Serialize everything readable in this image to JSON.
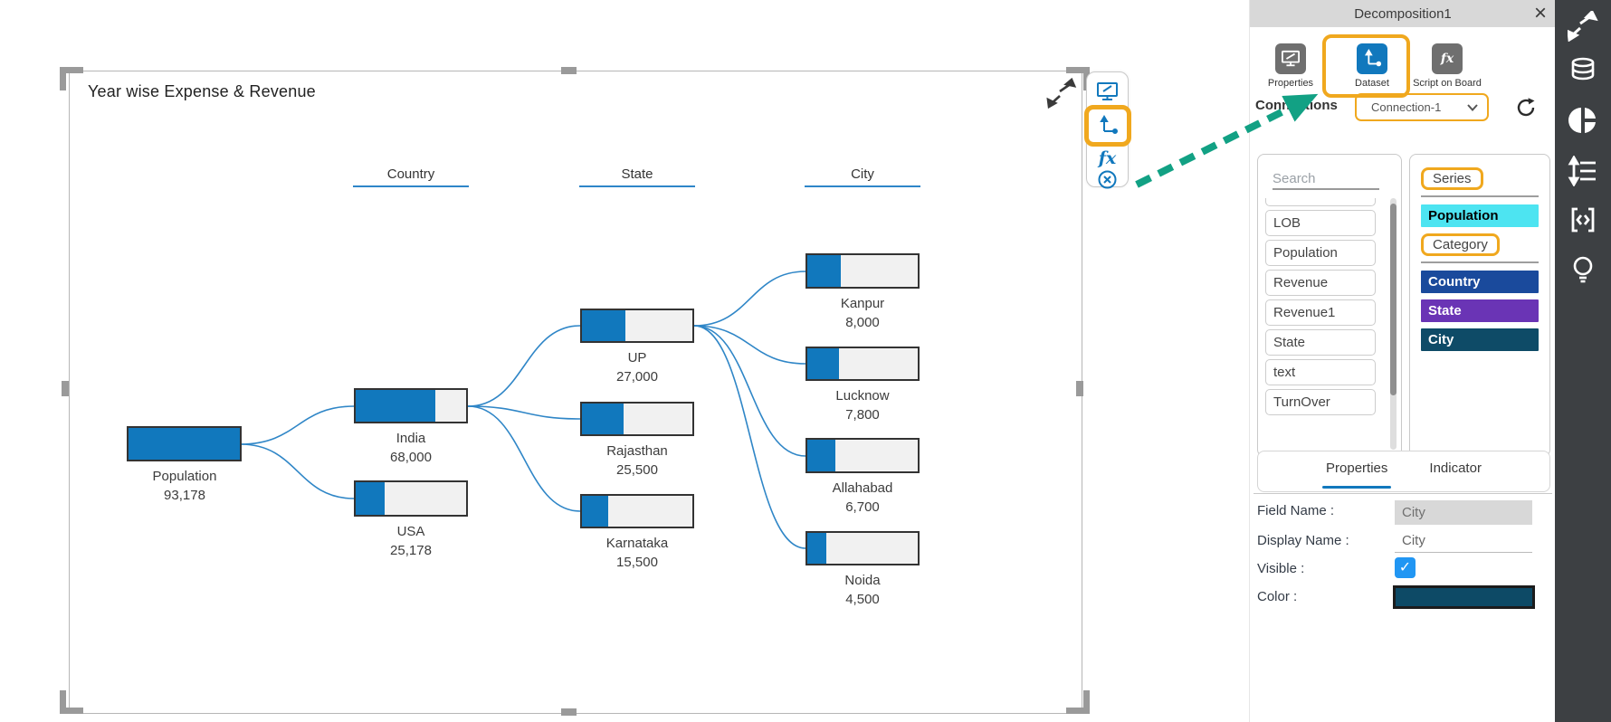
{
  "chart": {
    "type": "decomposition-tree",
    "title": "Year wise Expense & Revenue",
    "columns": [
      "Country",
      "State",
      "City"
    ],
    "node_fill_color": "#1178bd",
    "connector_color": "#2f86c7",
    "nodes": [
      {
        "label": "Population",
        "value": "93,178",
        "fill_pct": 100,
        "level": "root",
        "parent": null
      },
      {
        "label": "India",
        "value": "68,000",
        "fill_pct": 72,
        "level": "Country",
        "parent": "Population"
      },
      {
        "label": "USA",
        "value": "25,178",
        "fill_pct": 26,
        "level": "Country",
        "parent": "Population"
      },
      {
        "label": "UP",
        "value": "27,000",
        "fill_pct": 39,
        "level": "State",
        "parent": "India"
      },
      {
        "label": "Rajasthan",
        "value": "25,500",
        "fill_pct": 38,
        "level": "State",
        "parent": "India"
      },
      {
        "label": "Karnataka",
        "value": "15,500",
        "fill_pct": 24,
        "level": "State",
        "parent": "India"
      },
      {
        "label": "Kanpur",
        "value": "8,000",
        "fill_pct": 30,
        "level": "City",
        "parent": "UP"
      },
      {
        "label": "Lucknow",
        "value": "7,800",
        "fill_pct": 29,
        "level": "City",
        "parent": "UP"
      },
      {
        "label": "Allahabad",
        "value": "6,700",
        "fill_pct": 25,
        "level": "City",
        "parent": "UP"
      },
      {
        "label": "Noida",
        "value": "4,500",
        "fill_pct": 17,
        "level": "City",
        "parent": "UP"
      }
    ]
  },
  "floating_toolbar": {
    "icons": [
      "chart-properties-icon",
      "dataset-axis-icon",
      "function-fx-icon",
      "remove-icon"
    ],
    "fx_label": "fx",
    "highlight_color": "#f0a81e"
  },
  "annotation": {
    "arrow_color": "#12a184"
  },
  "panel": {
    "title": "Decomposition1",
    "close_glyph": "×",
    "tabs": [
      {
        "label": "Properties",
        "icon": "monitor-edit-icon",
        "active": false
      },
      {
        "label": "Dataset",
        "icon": "axis-icon",
        "active": true
      },
      {
        "label": "Script on Board",
        "icon": "fx-icon",
        "active": false
      }
    ],
    "fx_label": "fx",
    "connections_label": "Connections",
    "connection_selected": "Connection-1",
    "search_placeholder": "Search",
    "fields": [
      "LOB",
      "Population",
      "Revenue",
      "Revenue1",
      "State",
      "text",
      "TurnOver"
    ],
    "series_label": "Series",
    "series_chips": [
      {
        "label": "Population",
        "bg": "#4de4f1",
        "fg": "#16355e"
      }
    ],
    "category_label": "Category",
    "category_chips": [
      {
        "label": "Country",
        "bg": "#1a4a9c",
        "fg": "#ffffff"
      },
      {
        "label": "State",
        "bg": "#6a34b5",
        "fg": "#ffffff"
      },
      {
        "label": "City",
        "bg": "#0e4b67",
        "fg": "#ffffff"
      }
    ],
    "sub_tabs": [
      {
        "label": "Properties",
        "active": true
      },
      {
        "label": "Indicator",
        "active": false
      }
    ],
    "form": {
      "field_name_label": "Field Name :",
      "field_name_value": "City",
      "display_name_label": "Display Name :",
      "display_name_value": "City",
      "visible_label": "Visible :",
      "visible_checked": true,
      "check_glyph": "✓",
      "color_label": "Color :",
      "color_value": "#0d4a66"
    }
  },
  "right_sidebar": {
    "icons": [
      "fullscreen-icon",
      "database-icon",
      "pie-chart-icon",
      "line-spacing-icon",
      "code-icon",
      "idea-icon"
    ]
  }
}
